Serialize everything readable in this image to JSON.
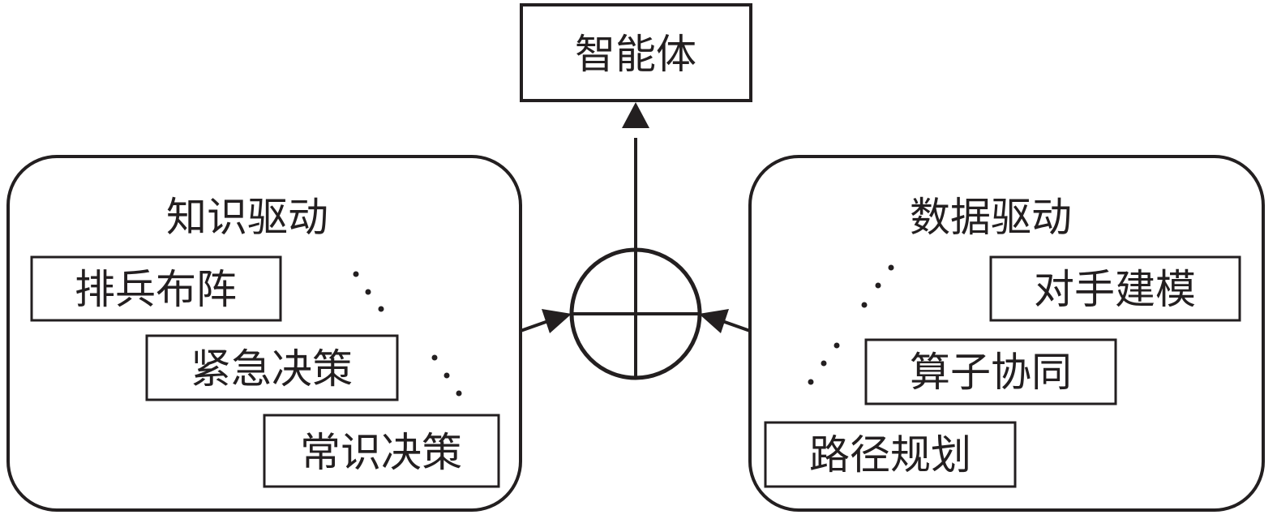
{
  "top": {
    "label": "智能体"
  },
  "left_group": {
    "title": "知识驱动",
    "items": [
      "排兵布阵",
      "紧急决策",
      "常识决策"
    ]
  },
  "right_group": {
    "title": "数据驱动",
    "items": [
      "对手建模",
      "算子协同",
      "路径规划"
    ]
  },
  "combine": {
    "icon": "circled-plus-icon"
  },
  "colors": {
    "stroke": "#231f20",
    "background": "#ffffff"
  }
}
